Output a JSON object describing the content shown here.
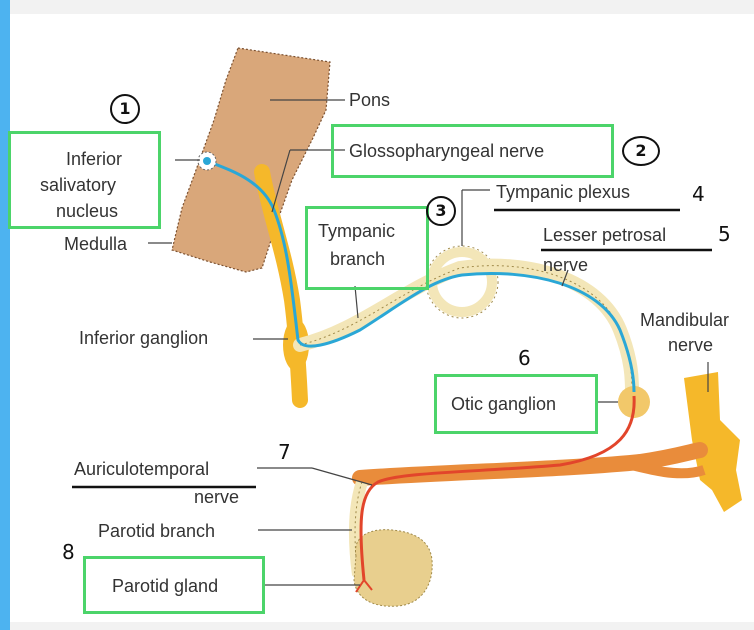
{
  "colors": {
    "accent_bar": "#4db3f0",
    "label_box": "#4cd46a",
    "brainstem": "#d9a77a",
    "nerve_yellow": "#f5b82a",
    "nerve_orange": "#e98c3b",
    "parasympathetic_pre": "#2aa7d6",
    "parasympathetic_post": "#e2452b",
    "gland": "#e8cf8e"
  },
  "labels": {
    "pons": "Pons",
    "glossopharyngeal_nerve": "Glossopharyngeal nerve",
    "inferior_salivatory_nucleus": [
      "Inferior",
      "salivatory",
      "nucleus"
    ],
    "medulla": "Medulla",
    "tympanic_branch": [
      "Tympanic",
      "branch"
    ],
    "tympanic_plexus": "Tympanic plexus",
    "lesser_petrosal_nerve": [
      "Lesser petrosal",
      "nerve"
    ],
    "inferior_ganglion": "Inferior ganglion",
    "mandibular_nerve": [
      "Mandibular",
      "nerve"
    ],
    "otic_ganglion": "Otic ganglion",
    "auriculotemporal_nerve": [
      "Auriculotemporal",
      "nerve"
    ],
    "parotid_branch": "Parotid branch",
    "parotid_gland": "Parotid gland"
  },
  "annotations": {
    "n1": "1",
    "n2": "2",
    "n3": "3",
    "n4": "4",
    "n5": "5",
    "n6": "6",
    "n7": "7",
    "n8": "8"
  }
}
